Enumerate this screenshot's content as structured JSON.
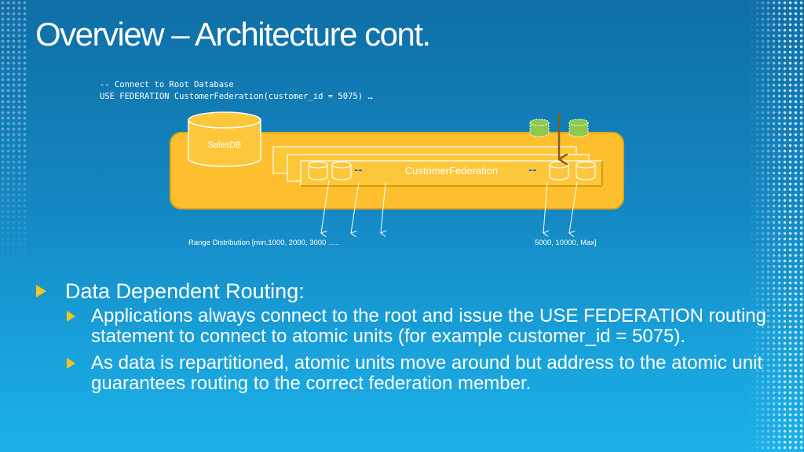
{
  "slide": {
    "title": "Overview – Architecture cont."
  },
  "code": {
    "line1": "-- Connect to Root Database",
    "line2": "USE FEDERATION CustomerFederation(customer_id = 5075) …"
  },
  "diagram": {
    "root_db_label": "SalesDB",
    "federation_label": "CustomerFederation",
    "range_left": "Range Distribution [min,1000, 2000, 3000 …..",
    "range_right": "5000, 10000, Max]",
    "colors": {
      "container": "#fdbf2d",
      "container_border": "#e4a514",
      "member": "#fcc73a",
      "atomic_unit_new": "#8dc94f",
      "routing_arrow": "#8a5a1a",
      "dash": "#1a6fb5"
    }
  },
  "bullets": [
    {
      "text": "Data Dependent Routing:",
      "children": [
        "Applications always connect to the root and issue the USE FEDERATION routing statement to connect to atomic units (for example customer_id = 5075).",
        "As data is repartitioned, atomic units move around but address to the atomic unit guarantees routing to the correct federation member."
      ]
    }
  ]
}
